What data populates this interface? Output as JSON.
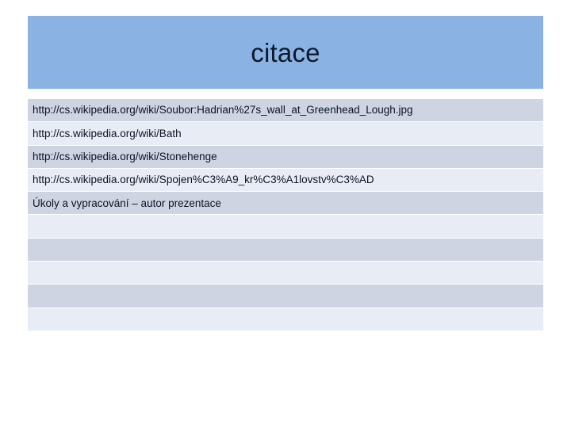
{
  "slide": {
    "title": "citace",
    "accent_color": "#8ab3e4",
    "row_dark_color": "#ced4e2",
    "row_light_color": "#e8ecf4",
    "background_color": "#ffffff",
    "text_color": "#0c1324"
  },
  "table": {
    "rows": [
      {
        "text": "http://cs.wikipedia.org/wiki/Soubor:Hadrian%27s_wall_at_Greenhead_Lough.jpg",
        "stripe": "dark"
      },
      {
        "text": "http://cs.wikipedia.org/wiki/Bath",
        "stripe": "light"
      },
      {
        "text": "http://cs.wikipedia.org/wiki/Stonehenge",
        "stripe": "dark"
      },
      {
        "text": "http://cs.wikipedia.org/wiki/Spojen%C3%A9_kr%C3%A1lovstv%C3%AD",
        "stripe": "light"
      },
      {
        "text": "Úkoly a vypracování – autor prezentace",
        "stripe": "dark"
      },
      {
        "text": "",
        "stripe": "light"
      },
      {
        "text": "",
        "stripe": "dark"
      },
      {
        "text": "",
        "stripe": "light"
      },
      {
        "text": "",
        "stripe": "dark"
      },
      {
        "text": "",
        "stripe": "light"
      }
    ]
  }
}
